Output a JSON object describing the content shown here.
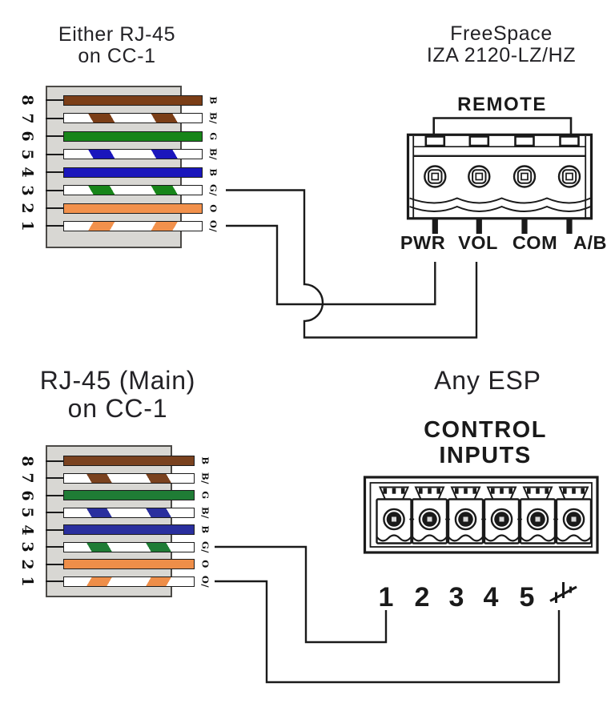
{
  "titles": {
    "top_left": {
      "line1": "Either RJ-45",
      "line2": "on CC-1"
    },
    "top_right": {
      "line1": "FreeSpace",
      "line2": "IZA 2120-LZ/HZ"
    },
    "bottom_left": {
      "line1": "RJ-45 (Main)",
      "line2": "on CC-1"
    },
    "bottom_right": {
      "line1": "Any ESP"
    }
  },
  "rj45_top": {
    "name": "Either RJ-45 on CC-1",
    "pins": [
      {
        "number": "8",
        "label": "B",
        "wire": "brown"
      },
      {
        "number": "7",
        "label": "B/",
        "wire": "white-brown"
      },
      {
        "number": "6",
        "label": "G",
        "wire": "green"
      },
      {
        "number": "5",
        "label": "B/",
        "wire": "white-blue"
      },
      {
        "number": "4",
        "label": "B",
        "wire": "blue"
      },
      {
        "number": "3",
        "label": "G/",
        "wire": "white-green"
      },
      {
        "number": "2",
        "label": "O",
        "wire": "orange"
      },
      {
        "number": "1",
        "label": "O/",
        "wire": "white-orange"
      }
    ]
  },
  "rj45_bottom": {
    "name": "RJ-45 (Main) on CC-1",
    "pins": [
      {
        "number": "8",
        "label": "B",
        "wire": "brown"
      },
      {
        "number": "7",
        "label": "B/",
        "wire": "white-brown"
      },
      {
        "number": "6",
        "label": "G",
        "wire": "green"
      },
      {
        "number": "5",
        "label": "B/",
        "wire": "white-blue"
      },
      {
        "number": "4",
        "label": "B",
        "wire": "blue"
      },
      {
        "number": "3",
        "label": "G/",
        "wire": "white-green"
      },
      {
        "number": "2",
        "label": "O",
        "wire": "orange"
      },
      {
        "number": "1",
        "label": "O/",
        "wire": "white-orange"
      }
    ]
  },
  "remote": {
    "heading": "REMOTE",
    "terminals": [
      "PWR",
      "VOL",
      "COM",
      "A/B"
    ]
  },
  "esp": {
    "heading_line1": "CONTROL",
    "heading_line2": "INPUTS",
    "terminals": [
      "1",
      "2",
      "3",
      "4",
      "5"
    ],
    "ground": "chassis-ground-symbol"
  },
  "connections": [
    {
      "from": "Either RJ-45 pin 1 (O/)",
      "to": "REMOTE PWR"
    },
    {
      "from": "Either RJ-45 pin 3 (G/)",
      "to": "REMOTE VOL"
    },
    {
      "from": "RJ-45 (Main) pin 3 (G/)",
      "to": "CONTROL INPUT 1"
    },
    {
      "from": "RJ-45 (Main) pin 1 (O/)",
      "to": "CONTROL INPUTS ground"
    }
  ],
  "colors": {
    "line": "#1a1a1a",
    "title_text": "#232226",
    "brown": "#7b3e17",
    "green": "#178519",
    "blue": "#1a16bc",
    "orange": "#f2914c",
    "brown2": "#7a421f",
    "green2": "#1f7c35",
    "blue2": "#2a2f9e",
    "orange2": "#ee8e49",
    "connector_gray": "#d8d7d3",
    "connector_border": "#4c4a47"
  }
}
